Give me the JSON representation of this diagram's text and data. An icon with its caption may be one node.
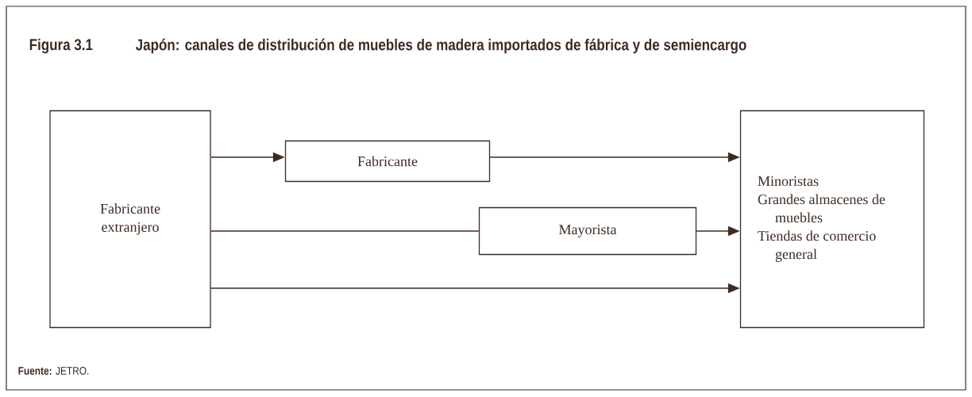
{
  "diagram": {
    "title": "Japón: canales de distribución de muebles de madera importados de fábrica y de semiencargo",
    "nodes": [
      {
        "text": [
          "Fabricante extranjero"
        ]
      },
      {
        "text": [
          "Fabricante"
        ]
      },
      {
        "text": [
          "Mayorista"
        ]
      },
      {
        "text": [
          "Minoristas",
          "Grandes almacenes de muebles",
          "Tiendas de comercio general"
        ]
      }
    ],
    "edges": [
      {
        "from": 0,
        "to": 1,
        "arrow": "to"
      },
      {
        "from": 1,
        "to": 3,
        "arrow": "to"
      },
      {
        "from": 0,
        "to": 2,
        "arrow": "none"
      },
      {
        "from": 2,
        "to": 3,
        "arrow": "to"
      },
      {
        "from": 0,
        "to": 3,
        "arrow": "to"
      }
    ],
    "labels": [
      "Figura 3.1",
      "**Fuente:** JETRO."
    ]
  }
}
